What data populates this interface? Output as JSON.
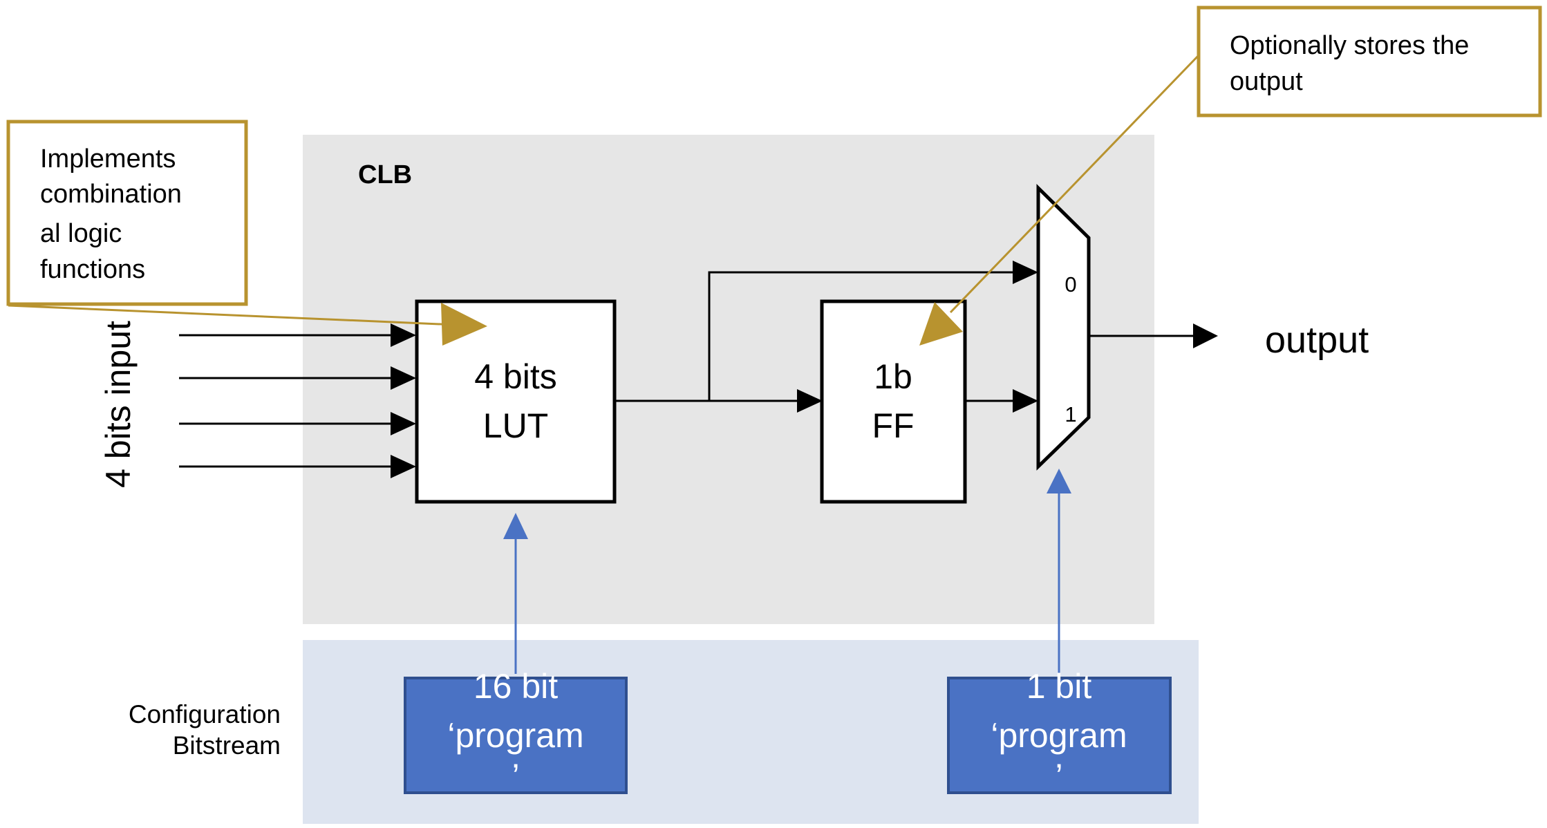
{
  "clb": {
    "label": "CLB"
  },
  "input": {
    "label": "4 bits input"
  },
  "lut": {
    "line1": "4 bits",
    "line2": "LUT"
  },
  "ff": {
    "line1": "1b",
    "line2": "FF"
  },
  "mux": {
    "in0": "0",
    "in1": "1"
  },
  "output": {
    "label": "output"
  },
  "callout_lut": {
    "lines": [
      "Implements",
      "combination",
      "al logic",
      "functions"
    ]
  },
  "callout_ff": {
    "lines": [
      "Optionally stores the",
      "output"
    ]
  },
  "config": {
    "line1": "Configuration",
    "line2": "Bitstream"
  },
  "prog_lut": {
    "lines": [
      "16 bit",
      "‘program",
      "’"
    ]
  },
  "prog_mux": {
    "lines": [
      "1 bit",
      "‘program",
      "’"
    ]
  },
  "colors": {
    "clb_bg": "#e6e6e6",
    "config_bg": "#dde4f0",
    "callout": "#b8932f",
    "config_arrow": "#4a72c4",
    "prog_fill": "#4a72c4",
    "prog_border": "#2f4f8f",
    "line": "#000000"
  }
}
